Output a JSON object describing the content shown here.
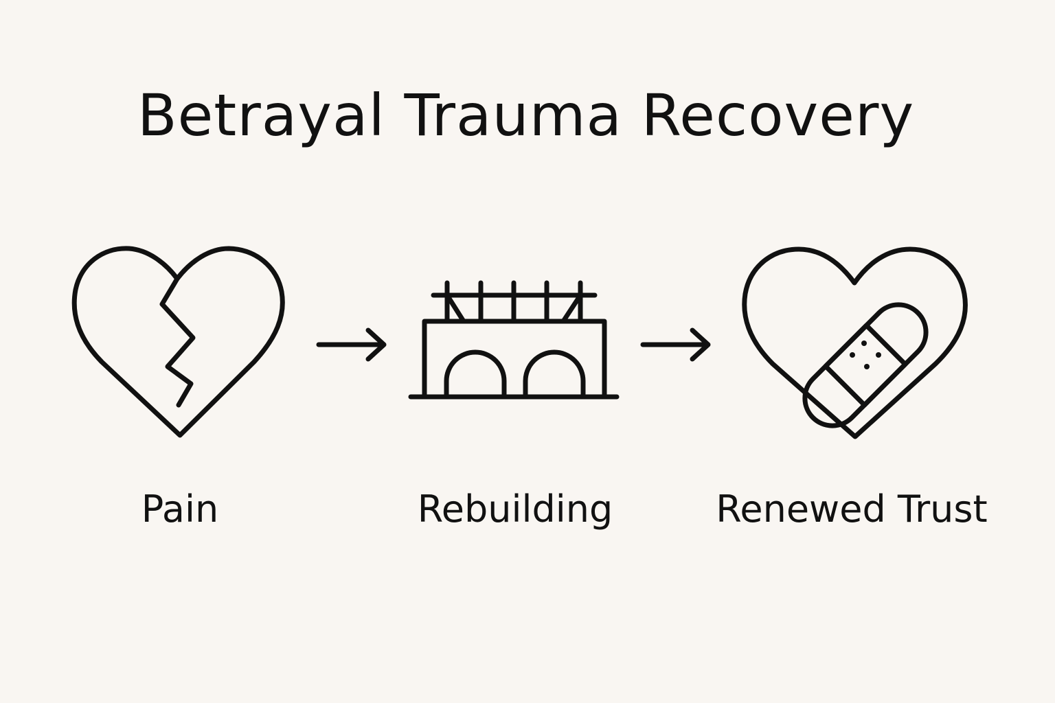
{
  "diagram": {
    "title": "Betrayal Trauma Recovery",
    "stages": [
      {
        "label": "Pain",
        "icon": "broken-heart-icon"
      },
      {
        "label": "Rebuilding",
        "icon": "bridge-icon"
      },
      {
        "label": "Renewed Trust",
        "icon": "bandaged-heart-icon"
      }
    ],
    "connector_icon": "right-arrow-icon",
    "colors": {
      "background": "#f9f6f2",
      "ink": "#111111"
    }
  }
}
